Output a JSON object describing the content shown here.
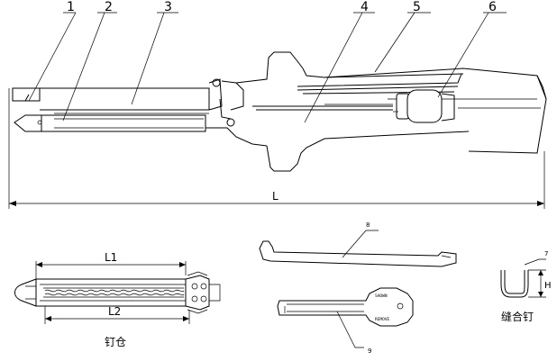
{
  "callouts": {
    "c1": "1",
    "c2": "2",
    "c3": "3",
    "c4": "4",
    "c5": "5",
    "c6": "6",
    "c7": "7",
    "c8": "8",
    "c9": "9"
  },
  "dimensions": {
    "overall_length": "L",
    "cartridge_length_1": "L1",
    "cartridge_length_2": "L2",
    "staple_height": "H"
  },
  "captions": {
    "cartridge": "钉仓",
    "staple": "缝合钉"
  },
  "knob_markings": {
    "top": "SHOWN",
    "bottom": "REMOVE"
  }
}
